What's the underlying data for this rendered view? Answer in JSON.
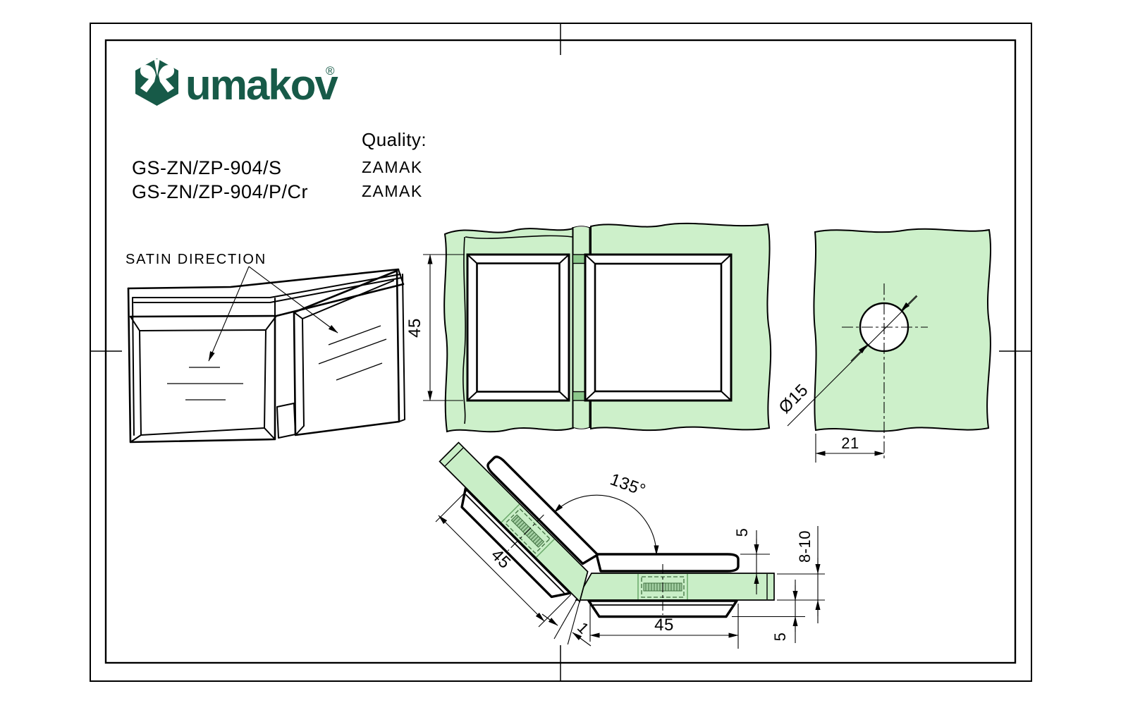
{
  "logo": {
    "brand": "umakov",
    "registered": "®",
    "color": "#175a48"
  },
  "product": {
    "quality_label": "Quality:",
    "rows": [
      {
        "code": "GS-ZN/ZP-904/S",
        "quality": "ZAMAK"
      },
      {
        "code": "GS-ZN/ZP-904/P/Cr",
        "quality": "ZAMAK"
      }
    ]
  },
  "annotations": {
    "satin_direction": "SATIN DIRECTION"
  },
  "dimensions": {
    "front_height": "45",
    "hole_diameter": "Ø15",
    "hole_edge_offset": "21",
    "opening_angle": "135°",
    "arm_length": "45",
    "clamp_width": "45",
    "plate_overhang_top": "5",
    "glass_thickness_range": "8-10",
    "plate_overhang_bottom": "5",
    "glass_gap": "1"
  },
  "colors": {
    "brand_green": "#175a48",
    "glass_fill": "#cdf0ca",
    "glass_edge_dark": "#8cc98c",
    "line": "#000000",
    "paper": "#ffffff"
  }
}
